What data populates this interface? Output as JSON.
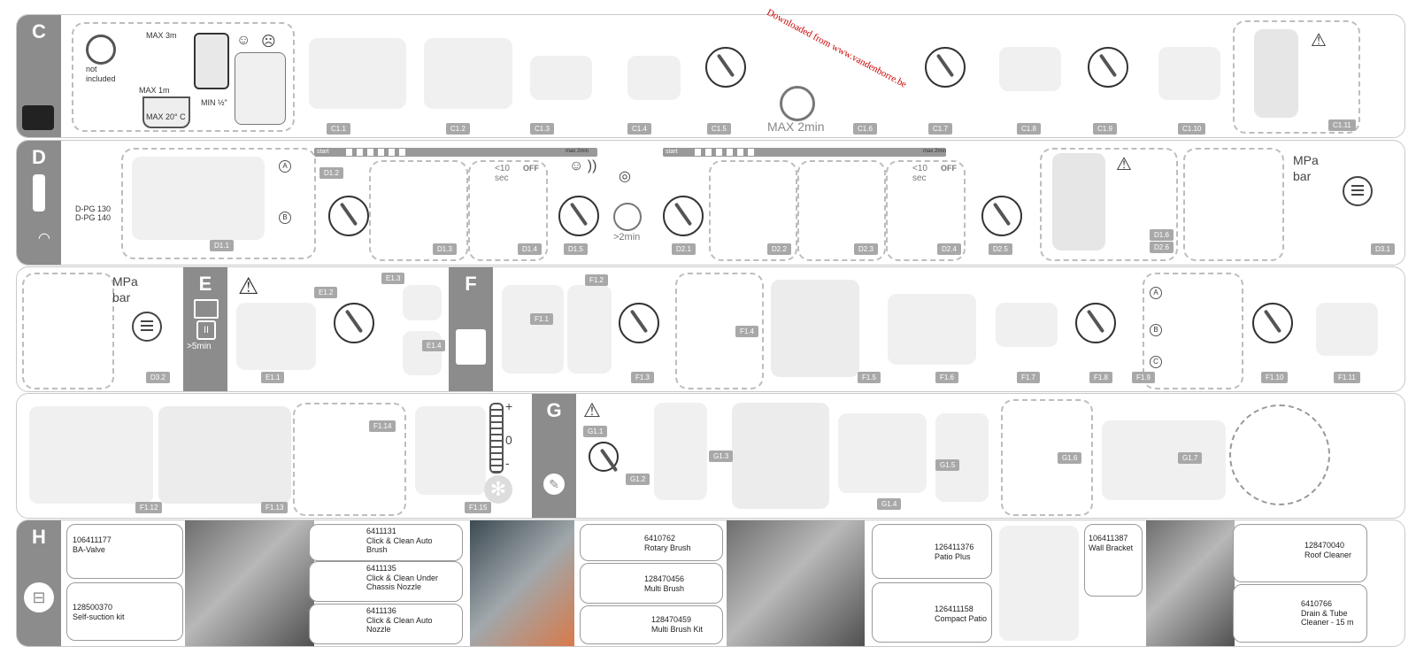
{
  "watermark": "Downloaded from www.vandenborre.be",
  "section_c": {
    "letter": "C",
    "not_included": "not included",
    "max_3m": "MAX 3m",
    "max_1m": "MAX 1m",
    "max_temp": "MAX 20° C",
    "min_hose": "MIN ½\"",
    "max_2min": "MAX 2min",
    "labels": [
      "C1.1",
      "C1.2",
      "C1.3",
      "C1.4",
      "C1.5",
      "C1.6",
      "C1.7",
      "C1.8",
      "C1.9",
      "C1.10",
      "C1.11"
    ]
  },
  "section_d": {
    "letter": "D",
    "model_1": "D-PG 130",
    "model_2": "D-PG 140",
    "start_1": "start",
    "start_2": "start",
    "max_2min_a": "max 2min",
    "max_2min_b": "max 2min",
    "lt10sec_1": "<10 sec",
    "off_1": "OFF",
    "lt10sec_2": "<10 sec",
    "off_2": "OFF",
    "gt2min": ">2min",
    "mpa": "MPa",
    "bar": "bar",
    "labels": [
      "D1.1",
      "D1.2",
      "D1.3",
      "D1.4",
      "D1.5",
      "D2.1",
      "D2.2",
      "D2.3",
      "D2.4",
      "D2.5",
      "D1.6",
      "D2.6",
      "D3.1"
    ],
    "circle_a": "A",
    "circle_b": "B"
  },
  "row_3": {
    "mpa": "MPa",
    "bar": "bar",
    "d32": "D3.2",
    "e_letter": "E",
    "gt5min": ">5min",
    "e_labels": [
      "E1.1",
      "E1.2",
      "E1.3",
      "E1.4"
    ],
    "f_letter": "F",
    "f_labels": [
      "F1.1",
      "F1.2",
      "F1.3",
      "F1.4",
      "F1.5",
      "F1.6",
      "F1.7",
      "F1.8",
      "F1.9",
      "F1.10",
      "F1.11"
    ],
    "circle_a": "A",
    "circle_b": "B",
    "circle_c": "C"
  },
  "row_4": {
    "f_labels": [
      "F1.12",
      "F1.13",
      "F1.14",
      "F1.15"
    ],
    "plus": "+",
    "zero": "0",
    "minus": "-",
    "g_letter": "G",
    "g_labels": [
      "G1.1",
      "G1.2",
      "G1.3",
      "G1.4",
      "G1.5",
      "G1.6",
      "G1.7"
    ]
  },
  "section_h": {
    "letter": "H",
    "items": [
      {
        "code": "106411177",
        "name": "BA-Valve"
      },
      {
        "code": "128500370",
        "name": "Self-suction kit"
      },
      {
        "code": "6411131",
        "name": "Click & Clean Auto Brush"
      },
      {
        "code": "6411135",
        "name": "Click & Clean Under Chassis Nozzle"
      },
      {
        "code": "6411136",
        "name": "Click & Clean Auto Nozzle"
      },
      {
        "code": "6410762",
        "name": "Rotary Brush"
      },
      {
        "code": "128470456",
        "name": "Multi Brush"
      },
      {
        "code": "128470459",
        "name": "Multi Brush Kit"
      },
      {
        "code": "126411376",
        "name": "Patio Plus"
      },
      {
        "code": "126411158",
        "name": "Compact Patio"
      },
      {
        "code": "106411387",
        "name": "Wall Bracket"
      },
      {
        "code": "128470040",
        "name": "Roof Cleaner"
      },
      {
        "code": "6410766",
        "name": "Drain & Tube Cleaner - 15 m"
      }
    ]
  },
  "colors": {
    "section_bg": "#8c8c8c",
    "label_bg": "#a8a8a8",
    "watermark": "#cc0000"
  }
}
